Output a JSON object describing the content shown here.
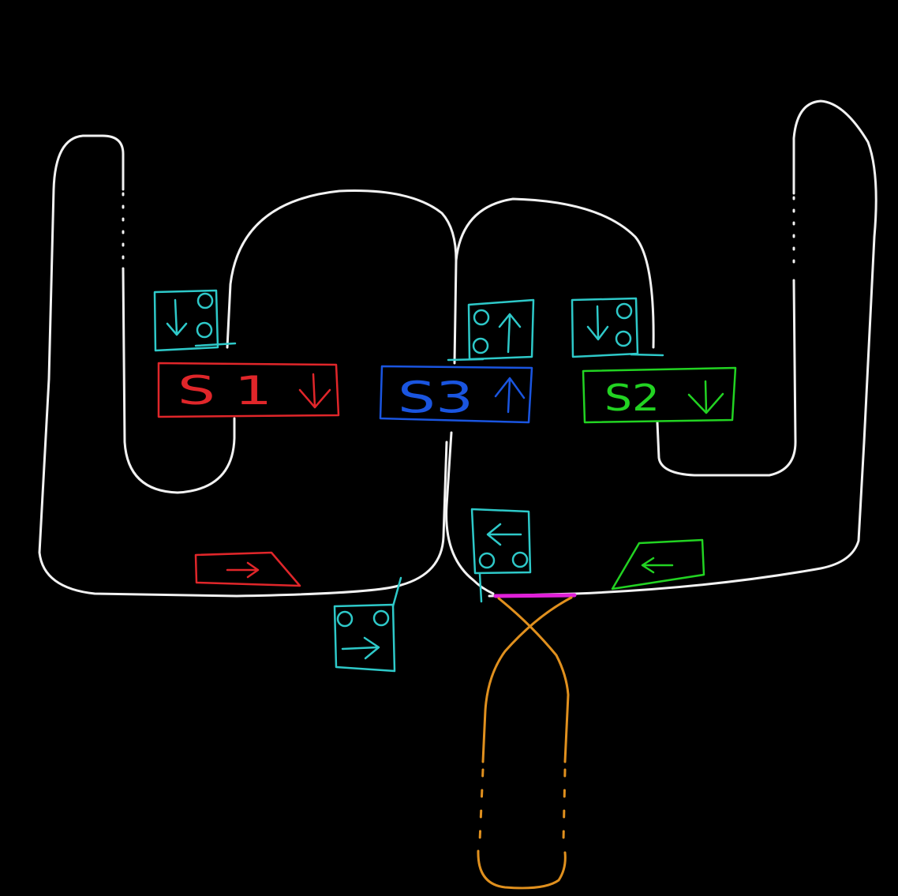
{
  "colors": {
    "background": "#000000",
    "track": "#f2f2f2",
    "signal": "#2ec9c9",
    "s1": "#e0262a",
    "s2": "#22d322",
    "s3": "#1a55e0",
    "crossover": "#e0901e",
    "junction": "#e020d8"
  },
  "sections": {
    "s1": {
      "text": "S 1",
      "arrow": "down-arrow"
    },
    "s2": {
      "text": "S2",
      "arrow": "down-arrow"
    },
    "s3": {
      "text": "S3",
      "arrow": "up-arrow"
    }
  },
  "direction_markers": {
    "red": "right-arrow",
    "green": "left-arrow"
  },
  "signals": [
    {
      "id": "signal-left-top",
      "arrow": "down-arrow"
    },
    {
      "id": "signal-middle-top",
      "arrow": "up-arrow"
    },
    {
      "id": "signal-right-top",
      "arrow": "down-arrow"
    },
    {
      "id": "signal-middle-bottom",
      "arrow": "left-arrow"
    },
    {
      "id": "signal-left-bottom",
      "arrow": "right-arrow"
    }
  ]
}
